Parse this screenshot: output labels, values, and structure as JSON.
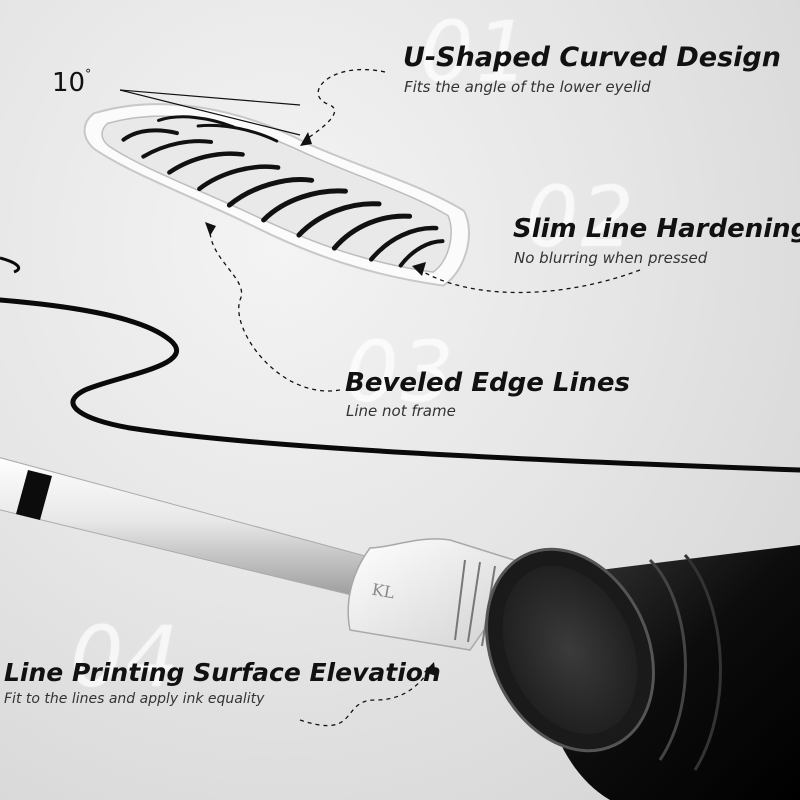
{
  "angle": {
    "value": "10",
    "unit": "°"
  },
  "features": [
    {
      "number": "01",
      "title": "U-Shaped Curved Design",
      "subtitle": "Fits the angle of the lower eyelid"
    },
    {
      "number": "02",
      "title": "Slim Line Hardening",
      "subtitle": "No blurring when pressed"
    },
    {
      "number": "03",
      "title": "Beveled Edge Lines",
      "subtitle": "Line not frame"
    },
    {
      "number": "04",
      "title": "Line Printing Surface Elevation",
      "subtitle": "Fit to the lines and apply ink equality"
    }
  ],
  "colors": {
    "text": "#111111",
    "background": "#e6e6e6",
    "ink": "#0a0a0a"
  }
}
